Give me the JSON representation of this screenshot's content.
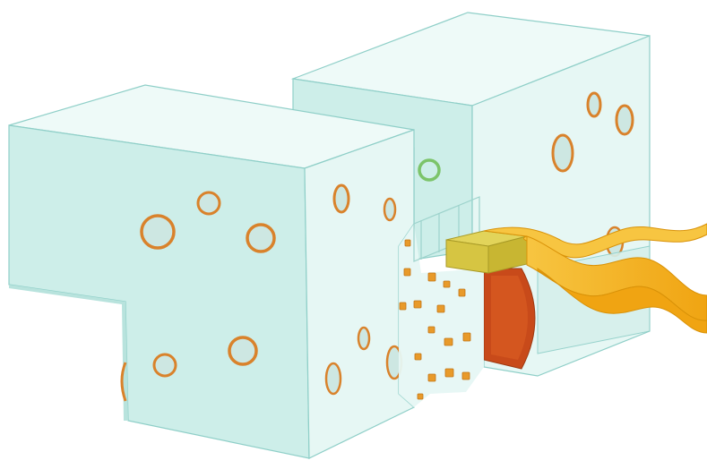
{
  "colors": {
    "background": "#ffffff",
    "block_face_light": "#e3f5f2",
    "block_face_mid": "#c9ebe6",
    "block_edge": "#7fc4bd",
    "hole_rim": "#d9822b",
    "hole_inner": "#b9dcd6",
    "hole_green": "#7cc46a",
    "slab": "#d4561f",
    "rod": "#d6c542",
    "ribbon": "#f3b21a",
    "fragment": "#e89a2a"
  },
  "icons": {
    "left_block": "l-shaped-block",
    "right_block": "rectangular-block",
    "fragments": "broken-fragments",
    "ribbon": "wavy-ribbon"
  }
}
